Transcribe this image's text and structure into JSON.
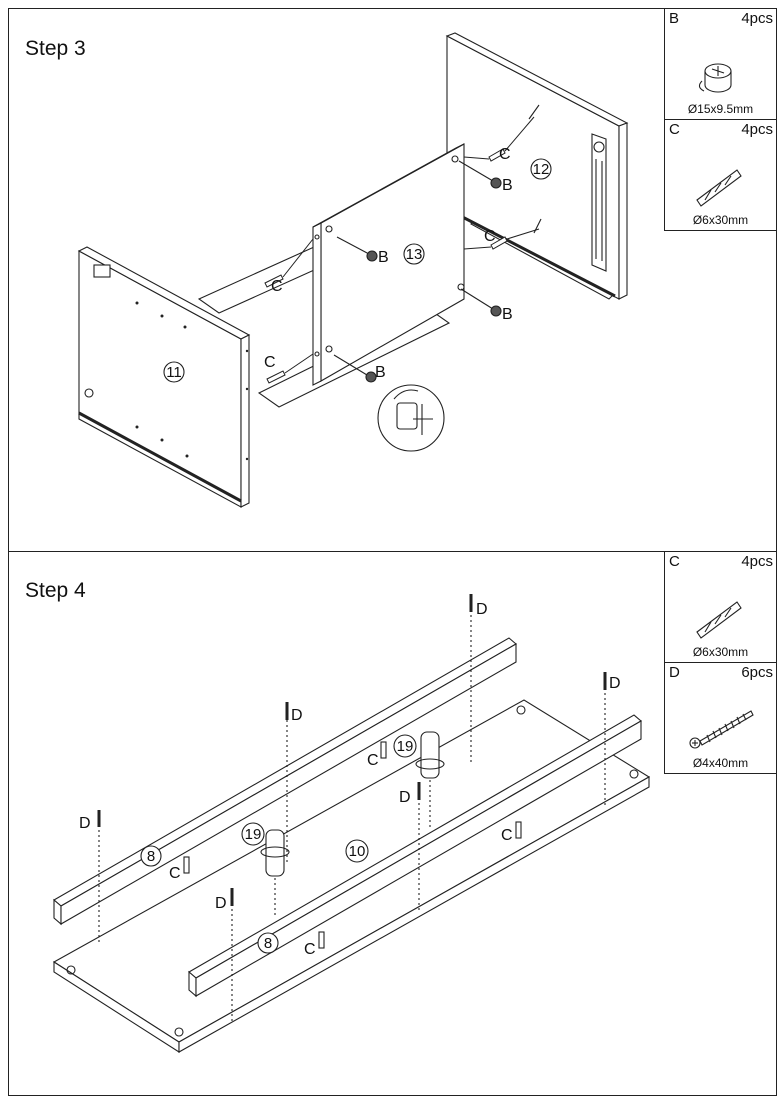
{
  "step3": {
    "title": "Step 3",
    "parts": [
      {
        "letter": "B",
        "qty": "4pcs",
        "size": "Ø15x9.5mm",
        "icon": "cam-lock-icon"
      },
      {
        "letter": "C",
        "qty": "4pcs",
        "size": "Ø6x30mm",
        "icon": "wooden-dowel-icon"
      }
    ],
    "labels": {
      "c": "C",
      "b": "B"
    },
    "panels": {
      "p11": "11",
      "p12": "12",
      "p13": "13"
    }
  },
  "step4": {
    "title": "Step 4",
    "parts": [
      {
        "letter": "C",
        "qty": "4pcs",
        "size": "Ø6x30mm",
        "icon": "wooden-dowel-icon"
      },
      {
        "letter": "D",
        "qty": "6pcs",
        "size": "Ø4x40mm",
        "icon": "screw-icon"
      }
    ],
    "labels": {
      "c": "C",
      "d": "D"
    },
    "panels": {
      "p8": "8",
      "p10": "10",
      "p19": "19"
    }
  }
}
